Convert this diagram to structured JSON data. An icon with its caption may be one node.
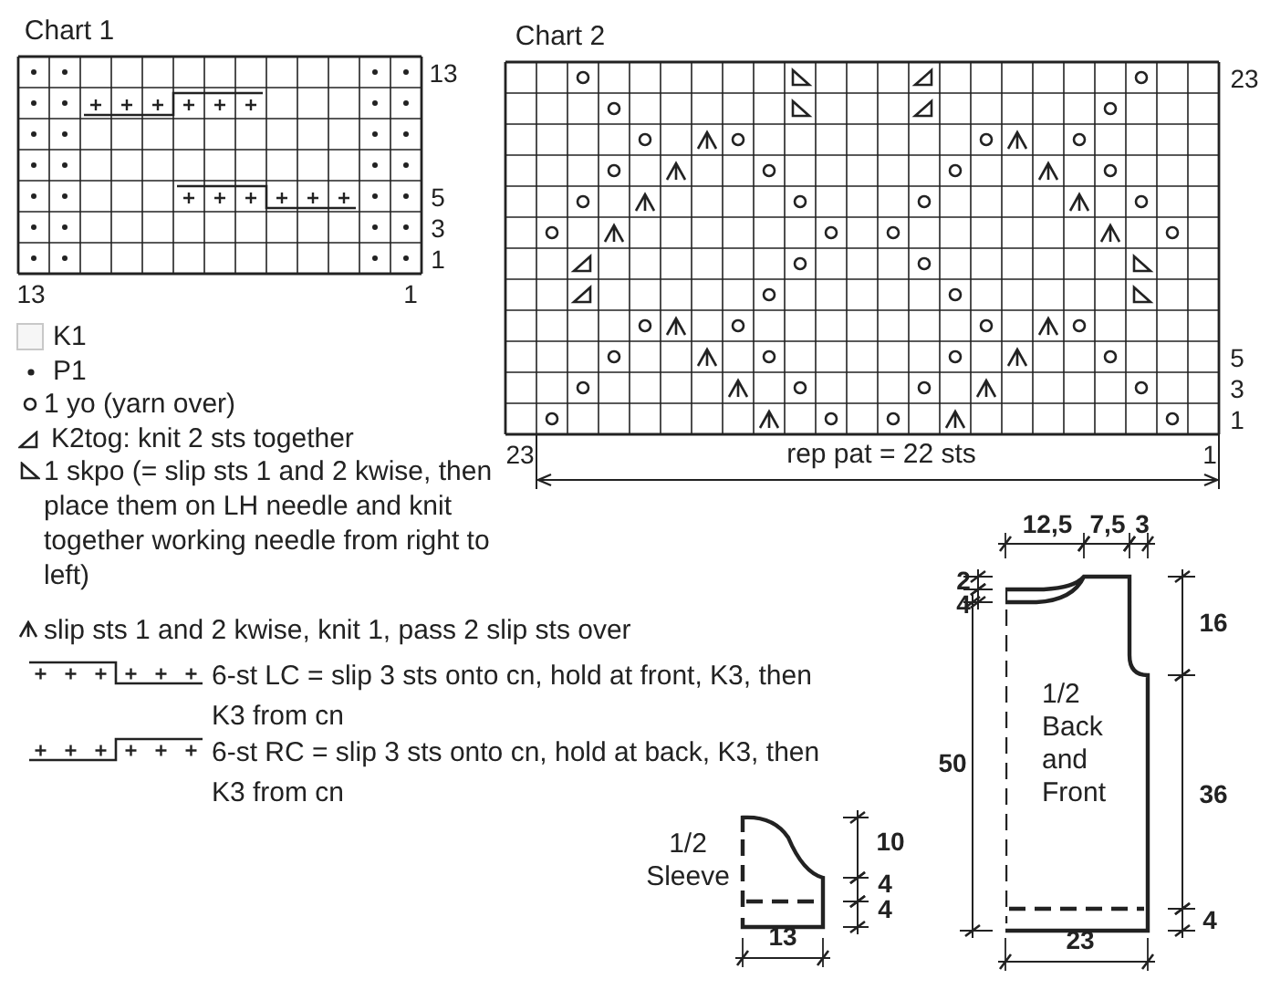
{
  "diagram": {
    "nodes": [
      {
        "text": [
          "1/2 Back and Front"
        ]
      },
      {
        "text": [
          "1/2 Sleeve"
        ]
      }
    ],
    "labels": [
      "Chart 1",
      "Chart 2",
      "13",
      "23",
      "5",
      "3",
      "1",
      "13",
      "1",
      "5",
      "3",
      "1",
      "23",
      "rep pat = 22 sts",
      "1",
      "12,5",
      "7,5",
      "3",
      "2",
      "4",
      "16",
      "50",
      "36",
      "10",
      "4",
      "4",
      "4",
      "13",
      "23"
    ],
    "legend": [
      {
        "text": "K1"
      },
      {
        "text": "P1"
      },
      {
        "text": "1 yo (yarn over)"
      },
      {
        "text": "K2tog: knit 2 sts together"
      },
      {
        "text": "1 skpo (= slip sts 1 and 2 kwise, then place them on LH needle and knit together working needle from right to left)"
      },
      {
        "text": "slip sts 1 and 2 kwise, knit 1, pass 2 slip sts over"
      },
      {
        "text": "6-st LC = slip 3 sts onto cn, hold at front, K3, then K3 from cn"
      },
      {
        "text": "6-st RC = slip 3 sts onto cn, hold at back, K3, then K3 from cn"
      }
    ]
  }
}
